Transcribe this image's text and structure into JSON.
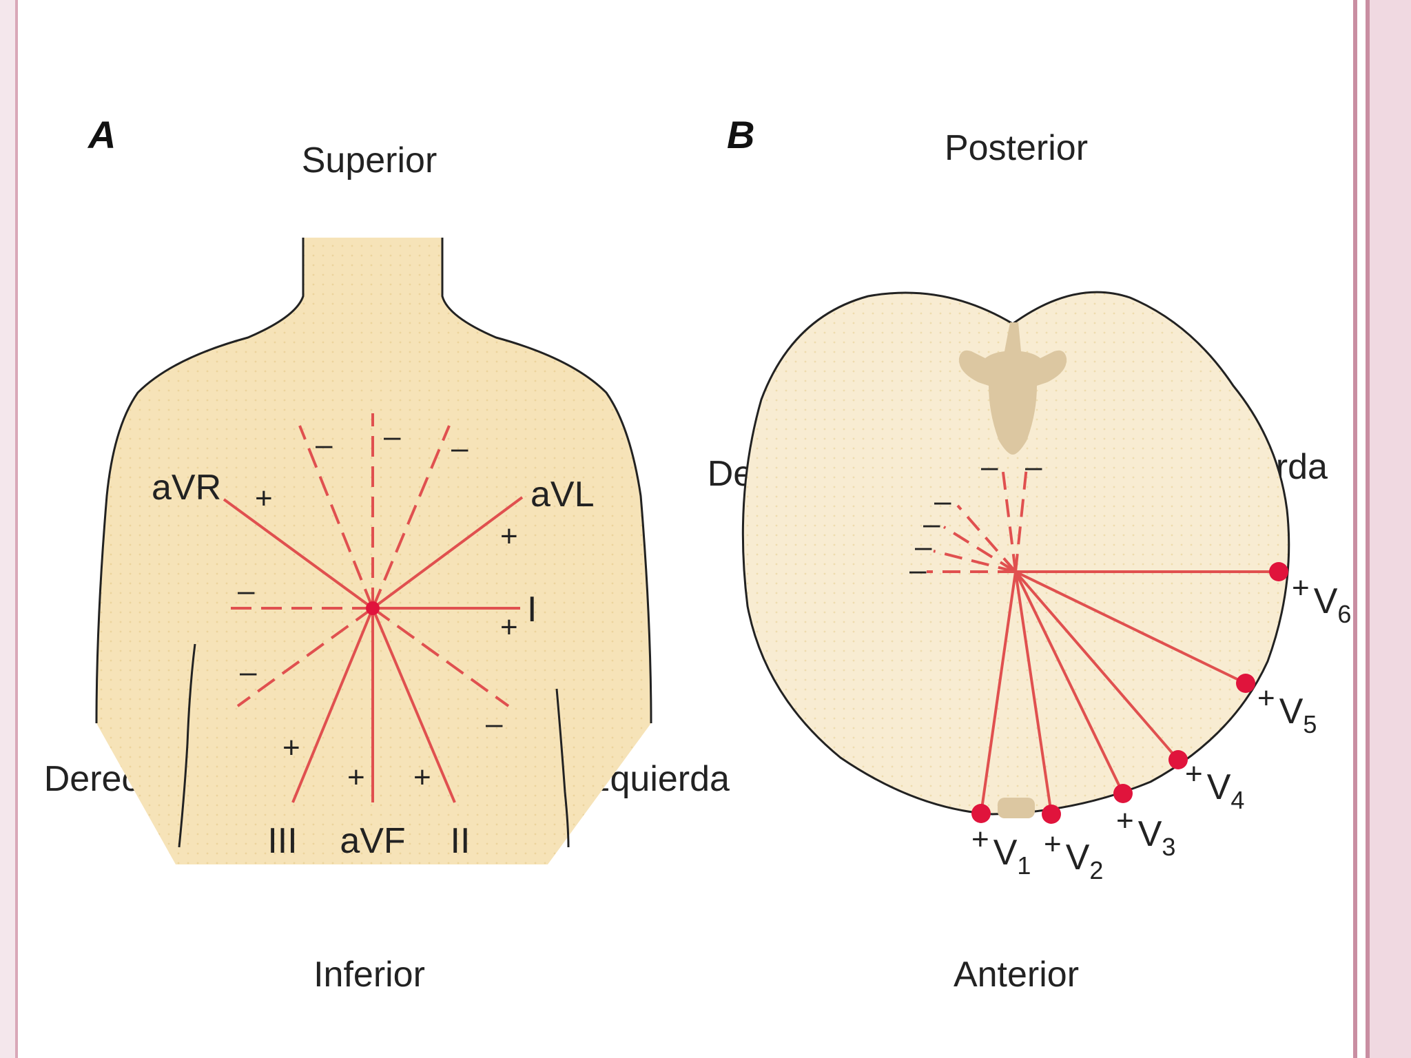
{
  "panelA": {
    "letter": "A",
    "top": "Superior",
    "bottom": "Inferior",
    "left": "Derecha",
    "right": "Izquierda",
    "leads": {
      "aVR": "aVR",
      "aVL": "aVL",
      "I": "I",
      "III": "III",
      "aVF": "aVF",
      "II": "II"
    },
    "plus": "+",
    "minus": "–"
  },
  "panelB": {
    "letter": "B",
    "top": "Posterior",
    "bottom": "Anterior",
    "left": "Derecha",
    "right": "Izquierda",
    "leadPrefix": "V",
    "leads": [
      "1",
      "2",
      "3",
      "4",
      "5",
      "6"
    ],
    "plus": "+",
    "minus": "–"
  },
  "colors": {
    "skin": "#f6e3b8",
    "skinDots": "#ecd49c",
    "lead": "#e0504f",
    "electrode": "#e0143c",
    "bone": "#dcc7a1",
    "outline": "#222222"
  }
}
